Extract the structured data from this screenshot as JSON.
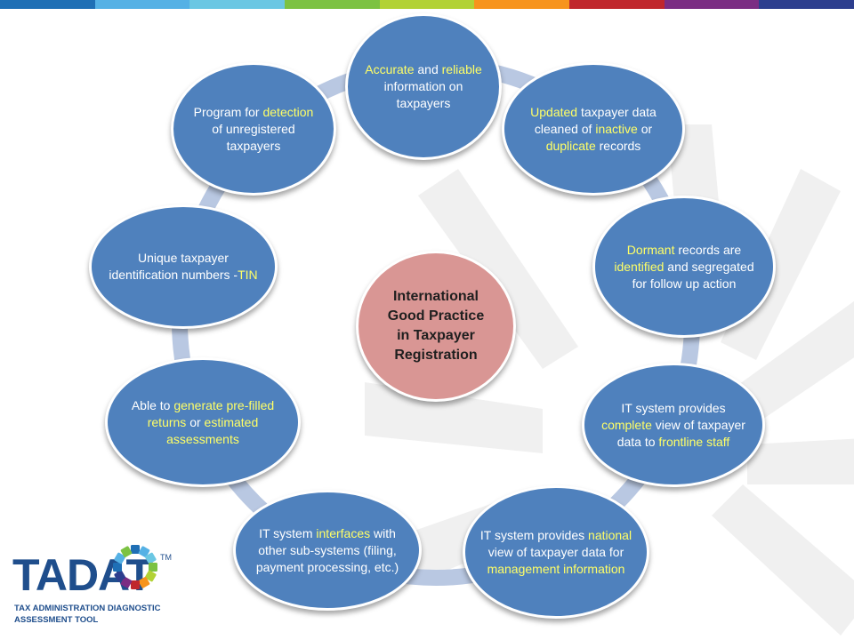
{
  "colors": {
    "top_bar": [
      "#1f6fb5",
      "#55b1e5",
      "#6bc7e3",
      "#7cc242",
      "#b2d235",
      "#f7941d",
      "#c0272d",
      "#7b2d83",
      "#2d3e8e"
    ],
    "node_fill": "#4f81bd",
    "center_fill": "#d99694",
    "ring": "#b9c8e2",
    "highlight": "#ffff66"
  },
  "center": {
    "lines": [
      "International",
      "Good Practice",
      "in Taxpayer",
      "Registration"
    ]
  },
  "nodes": [
    {
      "id": "accurate-info",
      "segments": [
        {
          "text": "Accurate",
          "hl": true
        },
        {
          "text": " and "
        },
        {
          "text": "reliable",
          "hl": true
        },
        {
          "text": " information on taxpayers"
        }
      ]
    },
    {
      "id": "updated-data",
      "segments": [
        {
          "text": "Updated",
          "hl": true
        },
        {
          "text": " taxpayer data cleaned of "
        },
        {
          "text": "inactive",
          "hl": true
        },
        {
          "text": " or "
        },
        {
          "text": "duplicate",
          "hl": true
        },
        {
          "text": " records"
        }
      ]
    },
    {
      "id": "dormant-records",
      "segments": [
        {
          "text": "Dormant",
          "hl": true
        },
        {
          "text": " records are "
        },
        {
          "text": "identified",
          "hl": true
        },
        {
          "text": " and segregated for follow up action"
        }
      ]
    },
    {
      "id": "complete-view",
      "segments": [
        {
          "text": "IT system provides "
        },
        {
          "text": "complete",
          "hl": true
        },
        {
          "text": " view of taxpayer data to "
        },
        {
          "text": "frontline staff",
          "hl": true
        }
      ]
    },
    {
      "id": "national-view",
      "segments": [
        {
          "text": "IT system provides "
        },
        {
          "text": "national",
          "hl": true
        },
        {
          "text": " view of taxpayer data for "
        },
        {
          "text": "management information",
          "hl": true
        }
      ]
    },
    {
      "id": "interfaces",
      "segments": [
        {
          "text": "IT system "
        },
        {
          "text": "interfaces",
          "hl": true
        },
        {
          "text": " with other sub-systems (filing, payment processing, etc.)"
        }
      ]
    },
    {
      "id": "prefilled-returns",
      "segments": [
        {
          "text": "Able to "
        },
        {
          "text": "generate pre-filled returns",
          "hl": true
        },
        {
          "text": " or "
        },
        {
          "text": "estimated assessments",
          "hl": true
        }
      ]
    },
    {
      "id": "unique-tin",
      "segments": [
        {
          "text": "Unique taxpayer identification numbers -"
        },
        {
          "text": "TIN",
          "hl": true
        }
      ]
    },
    {
      "id": "detection-program",
      "segments": [
        {
          "text": "Program for "
        },
        {
          "text": "detection",
          "hl": true
        },
        {
          "text": " of unregistered taxpayers"
        }
      ]
    }
  ],
  "logo": {
    "word": "TADAT",
    "tm": "TM",
    "subtitle_line1": "TAX ADMINISTRATION DIAGNOSTIC",
    "subtitle_line2": "ASSESSMENT TOOL",
    "wheel_colors": [
      "#1f6fb5",
      "#55b1e5",
      "#6bc7e3",
      "#7cc242",
      "#b2d235",
      "#f7941d",
      "#c0272d",
      "#7b2d83",
      "#2d3e8e",
      "#1f6fb5",
      "#55b1e5",
      "#7cc242"
    ]
  }
}
